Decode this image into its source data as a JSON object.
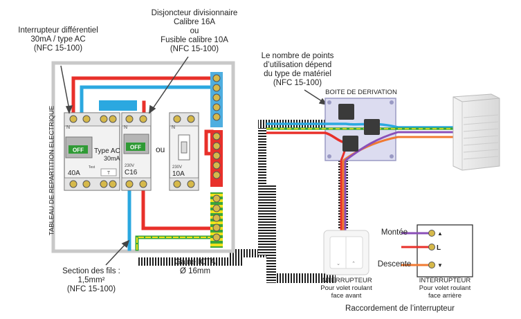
{
  "labels": {
    "differential": [
      "Interrupteur différentiel",
      "30mA / type AC",
      "(NFC 15-100)"
    ],
    "breaker": [
      "Disjoncteur divisionnaire",
      "Calibre 16A",
      "ou",
      "Fusible calibre 10A",
      "(NFC 15-100)"
    ],
    "points": [
      "Le nombre de points",
      "d’utilisation dépend",
      "du type de matériel",
      "(NFC 15-100)"
    ],
    "boite": "BOITE DE DERIVATION",
    "tableau": "TABLEAU DE REPARTITION ELECTRIQUE",
    "section": [
      "Section des fils :",
      "1,5mm²",
      "(NFC 15-100)"
    ],
    "gaine": [
      "Gaine ICTA",
      "Ø 16mm"
    ],
    "interrupteur_front": [
      "INTERRUPTEUR",
      "Pour volet roulant",
      "face avant"
    ],
    "interrupteur_back": [
      "INTERRUPTEUR",
      "Pour volet roulant",
      "face arrière"
    ],
    "raccordement": "Raccordement de l’interrupteur",
    "montee": "Montée",
    "descente": "Descente",
    "terminal_L": "L"
  },
  "device_diff": {
    "off": "OFF",
    "type": "Type AC",
    "sens": "30mA",
    "rating": "40A",
    "test": "Test",
    "t": "T",
    "n": "N"
  },
  "device_c16": {
    "off": "OFF",
    "volt": "230V",
    "rating": "C16",
    "n": "N"
  },
  "device_fuse": {
    "volt": "230V",
    "rating": "10A",
    "n": "N"
  },
  "ou": "ou",
  "colors": {
    "phase": "#e8302a",
    "neutral": "#2ba8e0",
    "earth_green": "#3aa63a",
    "earth_yellow": "#f2e21a",
    "montee": "#8a4fb8",
    "descente": "#f07a32",
    "duct": "#222222",
    "panel_border": "#c8c8c8"
  }
}
